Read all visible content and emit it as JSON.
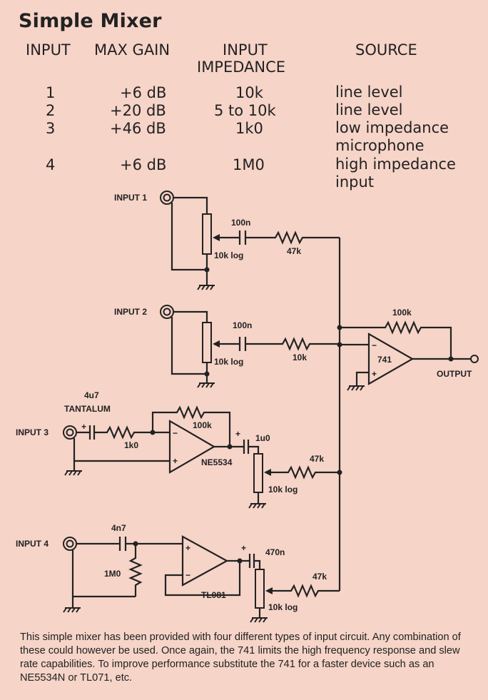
{
  "title": "Simple Mixer",
  "table": {
    "headers": {
      "input": "INPUT",
      "max_gain": "MAX GAIN",
      "impedance_1": "INPUT",
      "impedance_2": "IMPEDANCE",
      "source": "SOURCE"
    },
    "rows": [
      {
        "input": "1",
        "gain": "+6 dB",
        "impedance": "10k",
        "source_1": "line level",
        "source_2": ""
      },
      {
        "input": "2",
        "gain": "+20 dB",
        "impedance": "5 to 10k",
        "source_1": "line level",
        "source_2": ""
      },
      {
        "input": "3",
        "gain": "+46 dB",
        "impedance": "1k0",
        "source_1": "low impedance",
        "source_2": "microphone"
      },
      {
        "input": "4",
        "gain": "+6 dB",
        "impedance": "1M0",
        "source_1": "high impedance",
        "source_2": "input"
      }
    ]
  },
  "schematic": {
    "input_1": "INPUT 1",
    "input_2": "INPUT 2",
    "input_3": "INPUT 3",
    "input_4": "INPUT 4",
    "output": "OUTPUT",
    "cap_100n_a": "100n",
    "cap_100n_b": "100n",
    "pot_1": "10k log",
    "pot_2": "10k log",
    "pot_3": "10k log",
    "pot_4": "10k log",
    "res_47k_1": "47k",
    "res_10k_2": "10k",
    "res_47k_3": "47k",
    "res_47k_4": "47k",
    "res_100k_fb": "100k",
    "res_100k_mic": "100k",
    "res_1k0": "1k0",
    "res_1m0": "1M0",
    "cap_4u7": "4u7",
    "tantalum": "TANTALUM",
    "cap_1u0": "1u0",
    "cap_4n7": "4n7",
    "cap_470n": "470n",
    "opamp_741": "741",
    "opamp_ne5534": "NE5534",
    "opamp_tl081": "TL081",
    "plus": "+",
    "minus": "−"
  },
  "caption": "This simple mixer has been provided with four different types of input circuit. Any combination of these could however be used. Once again, the 741 limits the high frequency response and slew rate capabilities. To improve performance substitute the 741 for a faster device such as an NE5534N or TL071, etc."
}
